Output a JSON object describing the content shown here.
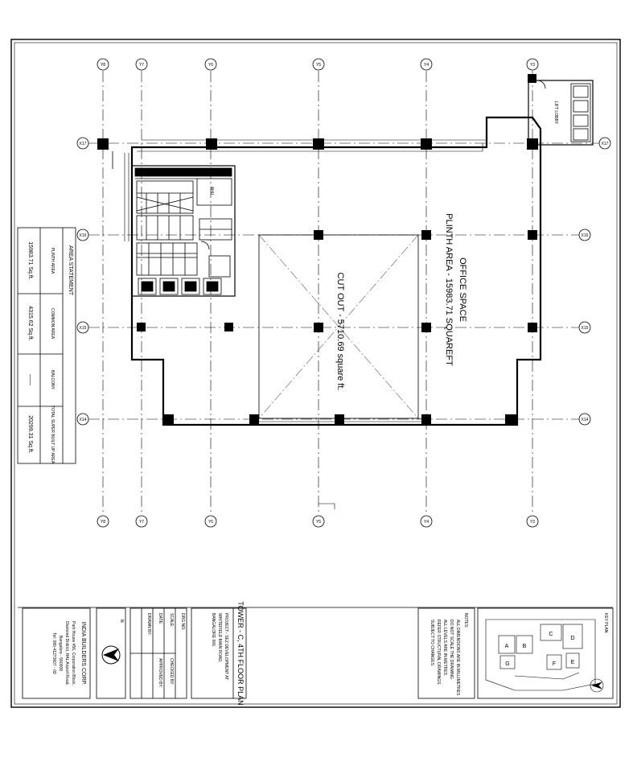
{
  "sheet": {
    "title": "TOWER - C, 4TH FLOOR PLAN",
    "project_lines": [
      "PROJECT:- SEZ DEVELOPMENT AT",
      "WHITEFIELD MAIN ROAD,",
      "BANGALORE 066."
    ],
    "drawing_meta": [
      "DRG NO:",
      "SCALE:",
      "DATE:",
      "DRAWN BY:",
      "CHECKED BY:",
      "APPROVED BY:"
    ],
    "north_label": "N",
    "key_plan_label": "KEY PLAN",
    "notes_label": "NOTES:",
    "notes": [
      "ALL DIMENSIONS ARE IN MILLIMETRES.",
      "DO NOT SCALE THE DRAWING.",
      "ALL LEVELS ARE IN METRES.",
      "REFER STRUCTURAL DRAWINGS.",
      "SUBJECT TO CHANGES."
    ],
    "key_plan_blocks": [
      "A",
      "B",
      "C",
      "D",
      "E",
      "F",
      "G"
    ],
    "company": {
      "name": "INDIA BUILDERS CORP.",
      "address_lines": [
        "Park House #56, Corporation Block,",
        "Diamond District, HAL Airport Road,",
        "Bangalore - 560008",
        "Tel: 080-41273607 - 09"
      ]
    }
  },
  "plan": {
    "office_title": "OFFICE SPACE",
    "plinth_area": "PLINTH AREA - 15983.71 SQUAREFT",
    "cut_out": "CUT OUT - 5710.69 square ft.",
    "lift_lobby": "LIFT LOBBY",
    "aha_label": "AHU",
    "grid_bubbles_columns": [
      "Y8",
      "Y7",
      "Y6",
      "Y5",
      "Y4",
      "Y3"
    ],
    "grid_bubbles_rows": [
      "X17",
      "X16",
      "X15",
      "X14"
    ]
  },
  "area_statement": {
    "heading": "AREA STATEMENT",
    "headers": [
      "PLINTH AREA",
      "COMMON AREA",
      "BALCONY",
      "TOTAL SUPER BUILT UP AREA"
    ],
    "values": [
      "15983.71 Sq.ft.",
      "4315.62 Sq.ft.",
      "——",
      "20299.31 Sq.ft."
    ]
  },
  "colors": {
    "line": "#000000",
    "paper": "#ffffff",
    "grid": "#000000"
  }
}
